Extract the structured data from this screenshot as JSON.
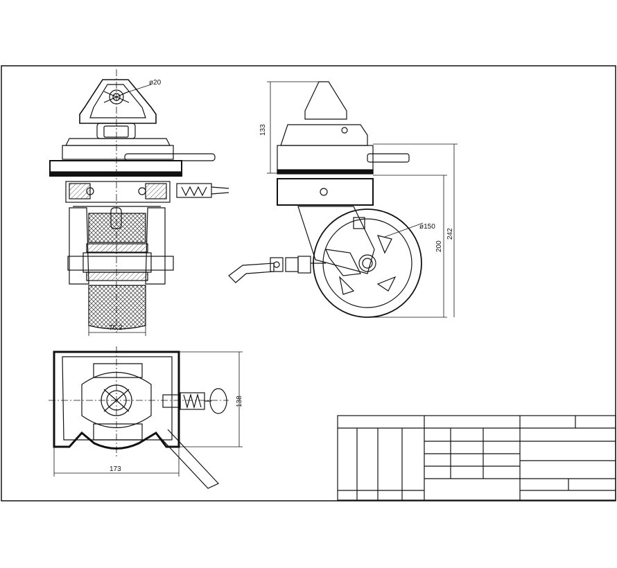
{
  "drawing": {
    "dimensions": {
      "pin_diameter": "ø20",
      "wheel_width": "76,2",
      "height_top": "133",
      "wheel_diameter": "ø150",
      "wheel_height": "200",
      "overall_height": "242",
      "plate_length": "173",
      "plate_width": "138"
    },
    "colors": {
      "line": "#111111",
      "hatch": "#555555",
      "paper": "#ffffff"
    }
  }
}
